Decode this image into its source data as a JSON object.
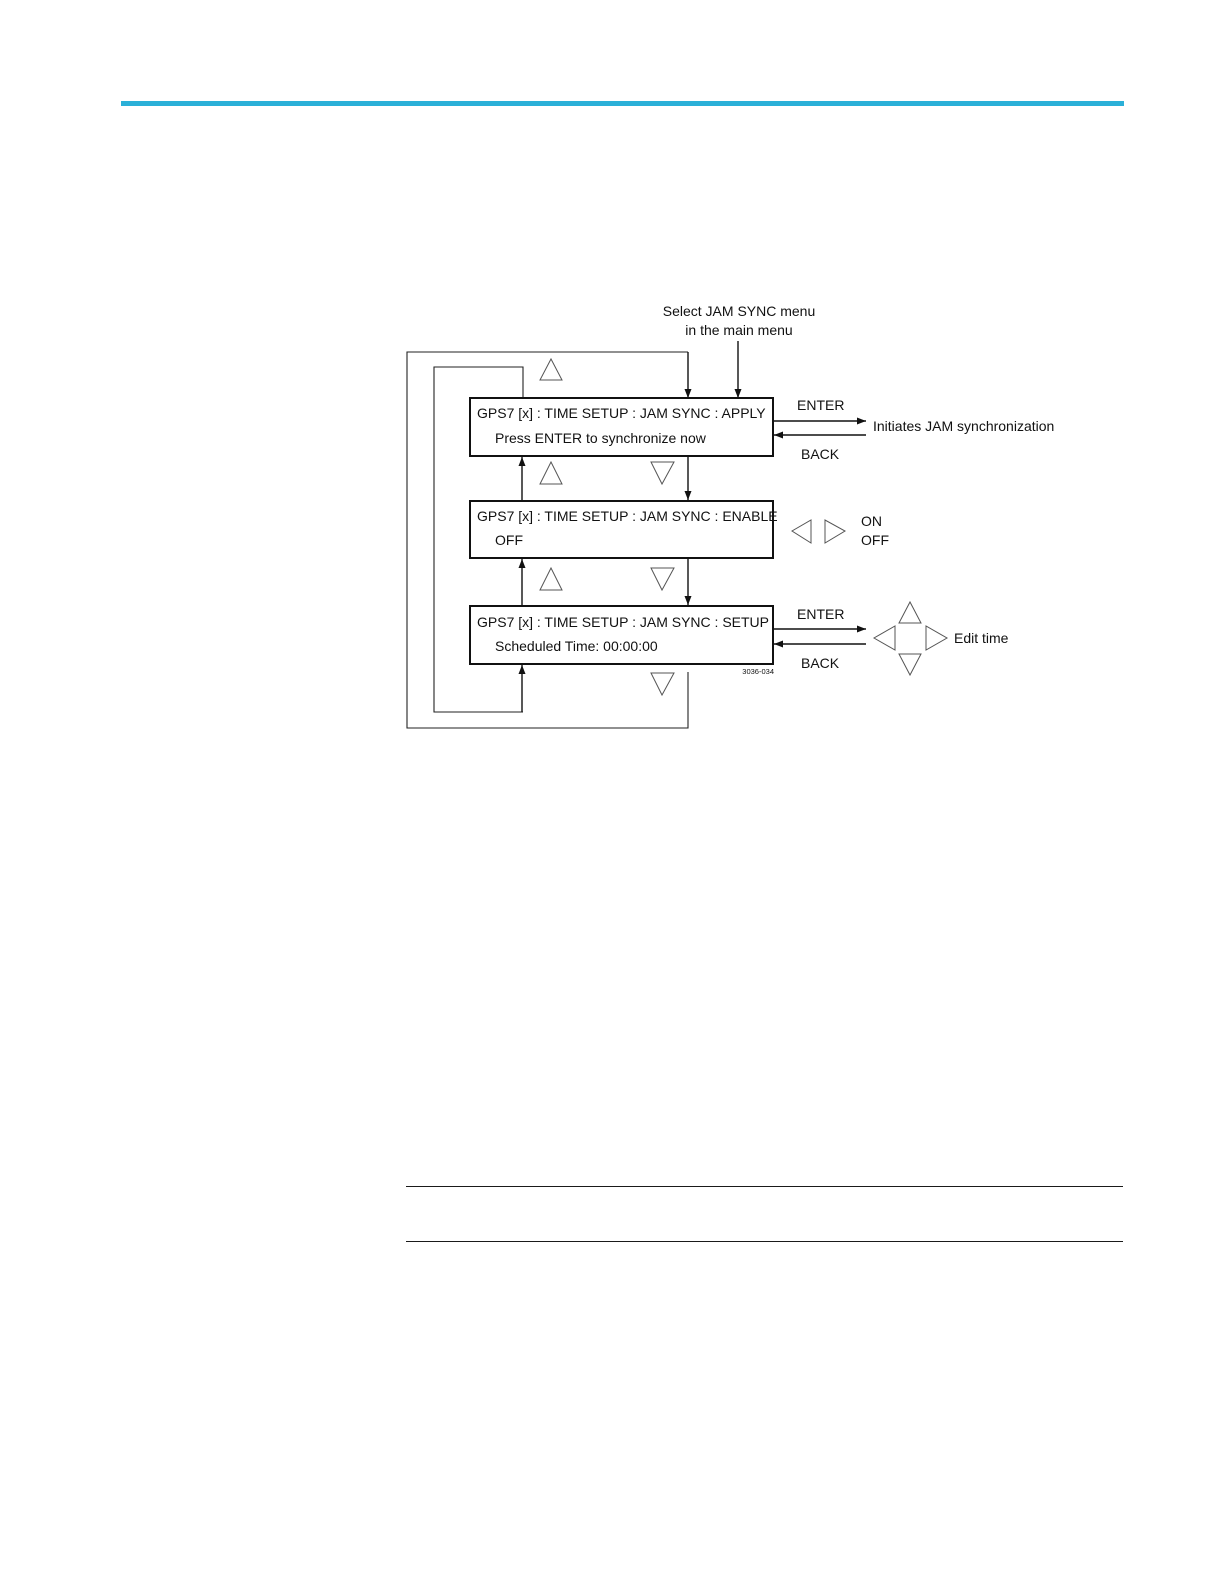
{
  "colors": {
    "accent_rule": "#2bb0d8",
    "line": "#111111",
    "triangle_stroke": "#555555"
  },
  "diagram": {
    "entry_label_line1": "Select JAM SYNC menu",
    "entry_label_line2": "in the main menu",
    "menus": [
      {
        "title": "GPS7 [x] : TIME SETUP : JAM SYNC : APPLY",
        "value": "Press ENTER to synchronize now"
      },
      {
        "title": "GPS7 [x] : TIME SETUP : JAM SYNC : ENABLE",
        "value": "OFF"
      },
      {
        "title": "GPS7 [x] : TIME SETUP : JAM SYNC : SETUP",
        "value": "Scheduled Time: 00:00:00"
      }
    ],
    "apply_actions": {
      "enter": "ENTER",
      "back": "BACK",
      "result": "Initiates JAM synchronization"
    },
    "enable_options": {
      "on": "ON",
      "off": "OFF"
    },
    "setup_actions": {
      "enter": "ENTER",
      "back": "BACK",
      "result": "Edit time"
    },
    "figure_id": "3036-034",
    "icons": [
      "up-arrow-icon",
      "down-arrow-icon",
      "left-arrow-icon",
      "right-arrow-icon"
    ]
  }
}
